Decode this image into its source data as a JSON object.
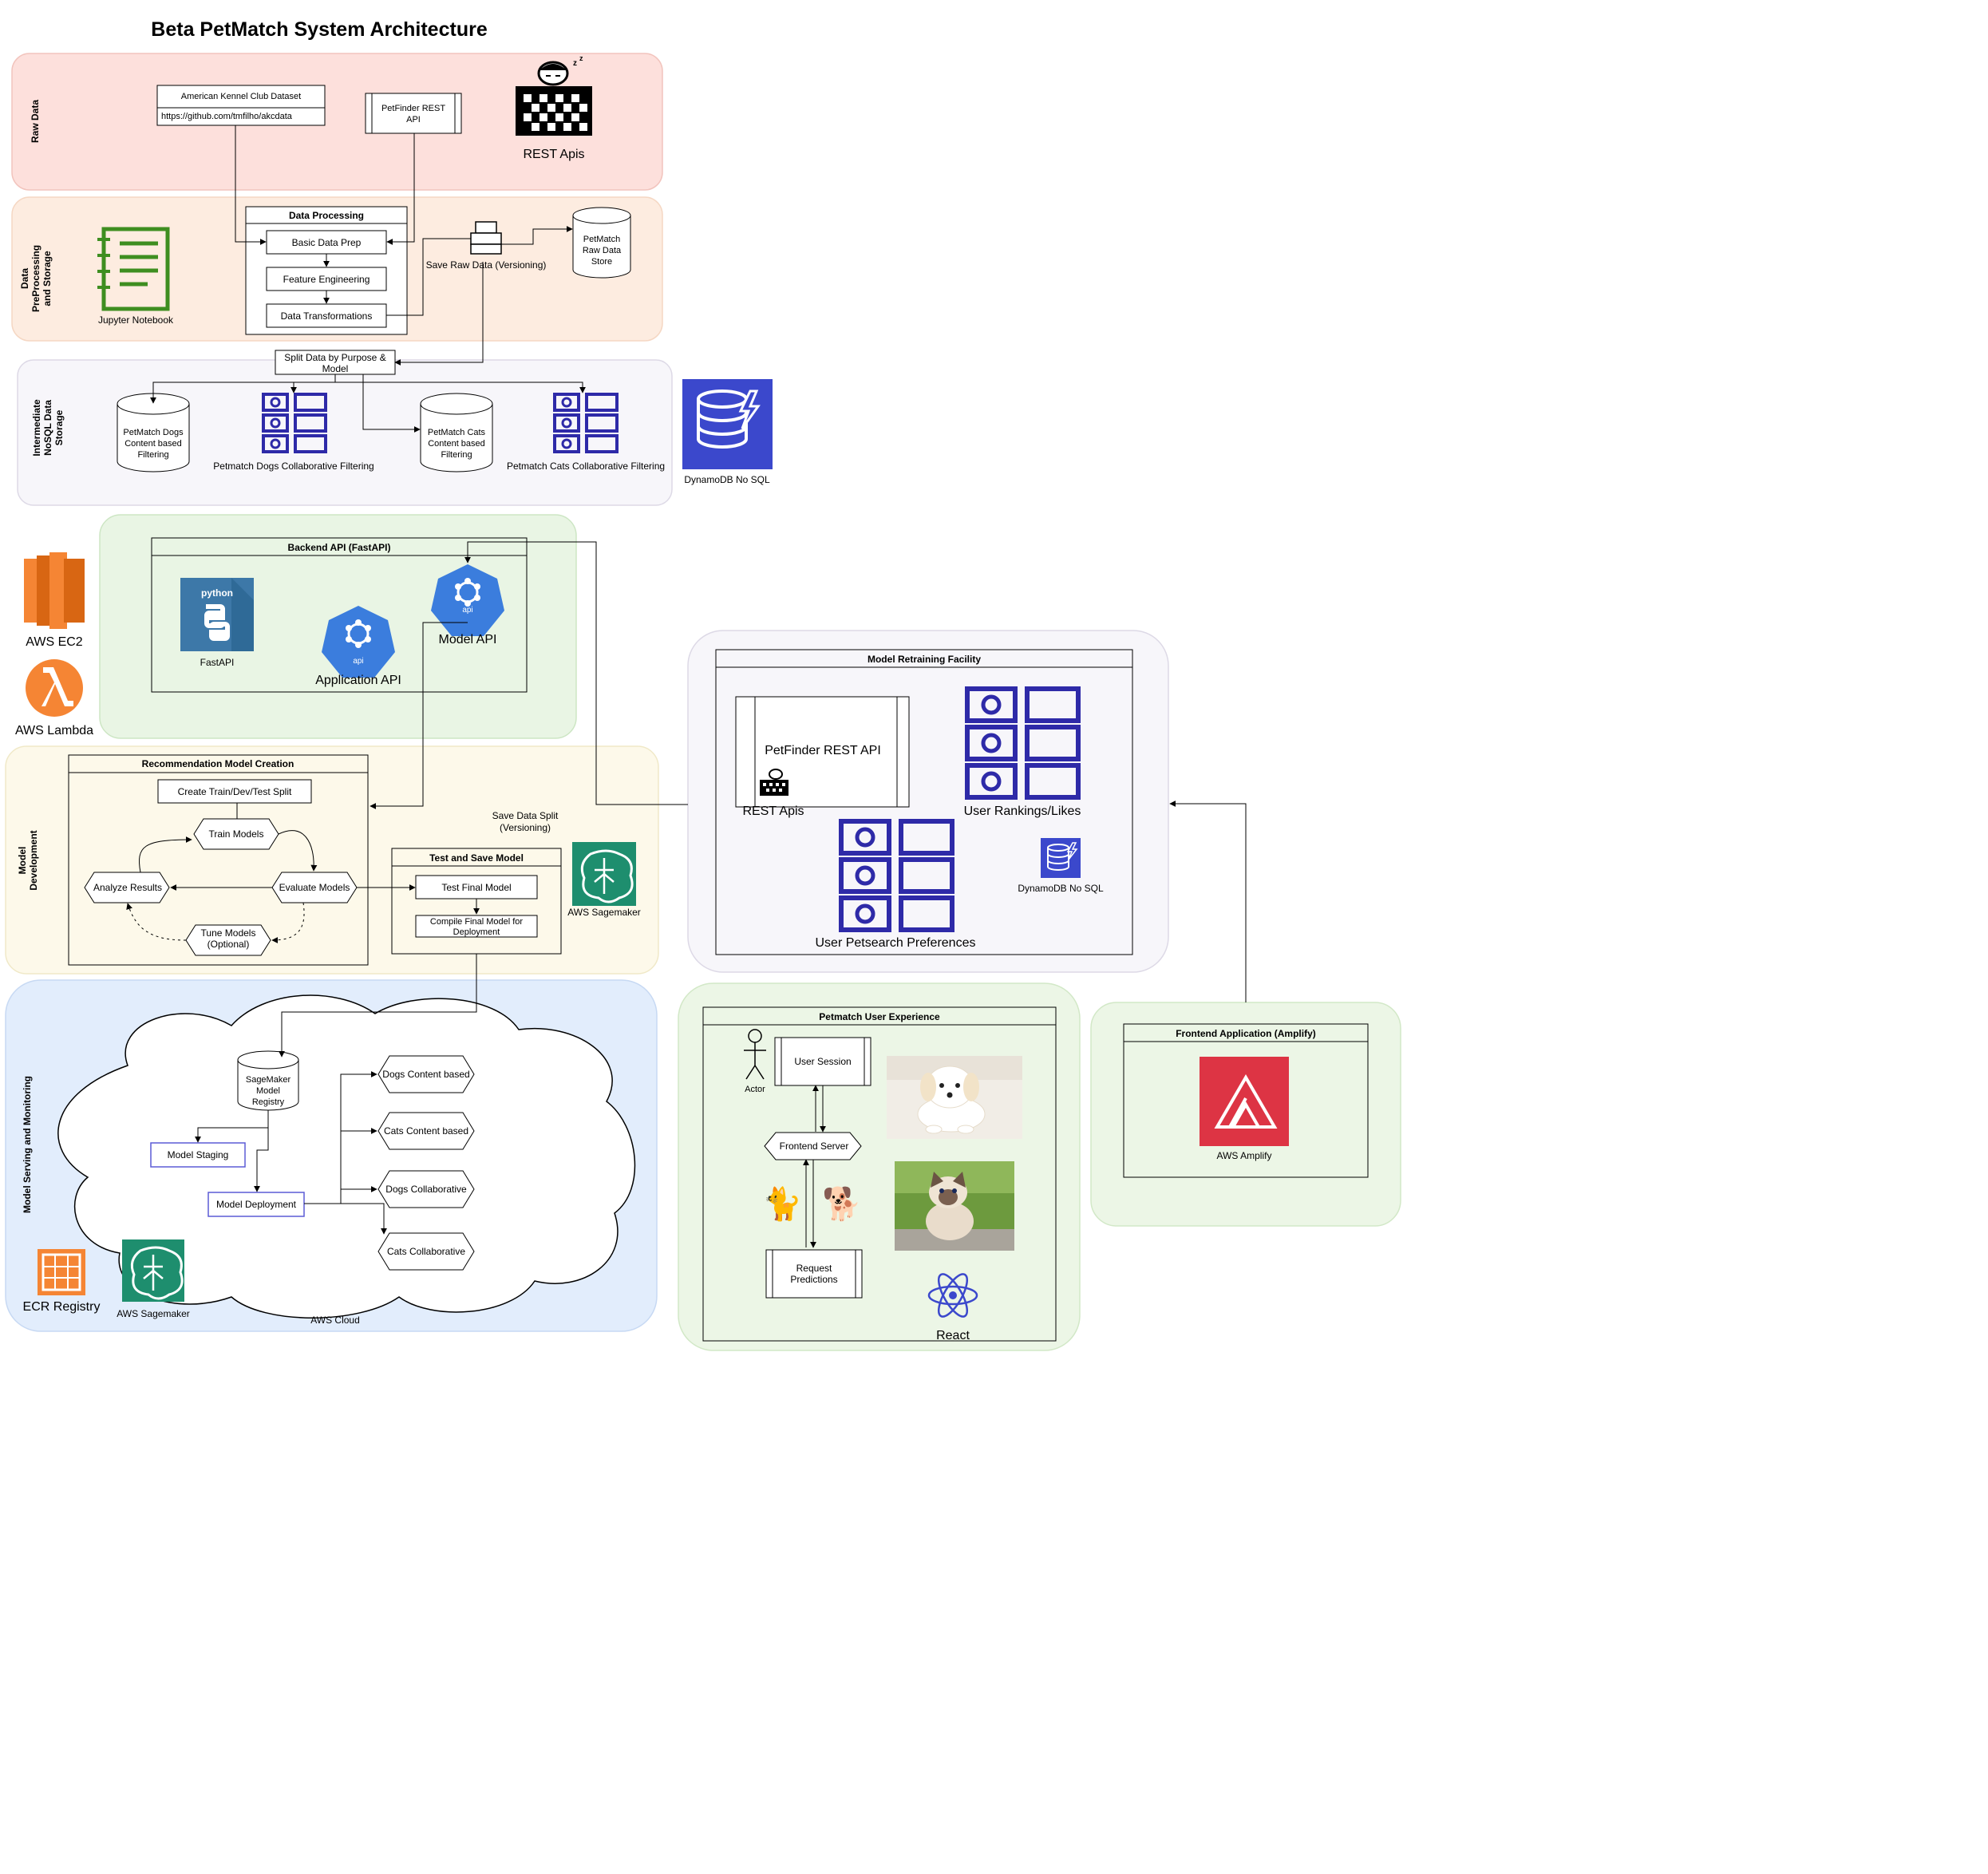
{
  "title": "Beta PetMatch System Architecture",
  "colors": {
    "raw_data_bg": "#fde0dc",
    "preprocessing_bg": "#fdece0",
    "storage_bg": "#f7f6fa",
    "backend_bg": "#e9f5e4",
    "model_dev_bg": "#fdf9ea",
    "serving_bg": "#e2edfc",
    "retraining_bg": "#f7f6fa",
    "ux_bg": "#ecf6e6",
    "frontend_bg": "#ecf6e6",
    "aws_orange": "#f58534",
    "dynamodb_blue": "#3b48cc",
    "sagemaker_green": "#1e8e6e",
    "amplify_red": "#dd3444",
    "api_blue": "#3b7ddd",
    "python_blue": "#3d78a8",
    "jupyter_green": "#3e8e20",
    "table_icon_navy": "#2e2aa8"
  },
  "raw_data": {
    "lane_label": "Raw Data",
    "akc_title": "American Kennel Club Dataset",
    "akc_url": "https://github.com/tmfilho/akcdata",
    "petfinder_api": [
      "PetFinder REST",
      "API"
    ],
    "rest_apis_label": "REST Apis"
  },
  "preprocessing": {
    "lane_label": [
      "Data",
      "PreProcessing",
      "and Storage"
    ],
    "jupyter_label": "Jupyter Notebook",
    "data_processing_title": "Data Processing",
    "steps": [
      "Basic Data Prep",
      "Feature Engineering",
      "Data Transformations"
    ],
    "save_raw_label": "Save Raw Data (Versioning)",
    "raw_store": [
      "PetMatch",
      "Raw Data",
      "Store"
    ]
  },
  "storage": {
    "lane_label": [
      "Intermediate",
      "NoSQL Data",
      "Storage"
    ],
    "split_label": [
      "Split Data by Purpose &",
      "Model"
    ],
    "dogs_content": [
      "PetMatch Dogs",
      "Content based",
      "Filtering"
    ],
    "dogs_collab_label": "Petmatch Dogs Collaborative Filtering",
    "cats_content": [
      "PetMatch Cats",
      "Content based",
      "Filtering"
    ],
    "cats_collab_label": "Petmatch Cats Collaborative Filtering",
    "dynamodb_label": "DynamoDB No SQL"
  },
  "backend": {
    "title": "Backend API (FastAPI)",
    "python_word": "python",
    "fastapi_label": "FastAPI",
    "api_word": "api",
    "application_api_label": "Application API",
    "model_api_label": "Model API",
    "ec2_label": "AWS EC2",
    "lambda_label": "AWS Lambda"
  },
  "model_dev": {
    "lane_label": [
      "Model",
      "Development"
    ],
    "creation_title": "Recommendation Model Creation",
    "split_step": "Create Train/Dev/Test Split",
    "train": "Train Models",
    "analyze": "Analyze Results",
    "evaluate": "Evaluate Models",
    "tune": [
      "Tune Models",
      "(Optional)"
    ],
    "save_split_label": [
      "Save Data Split",
      "(Versioning)"
    ],
    "test_save_title": "Test and Save Model",
    "test_final": "Test Final Model",
    "compile": [
      "Compile Final Model for",
      "Deployment"
    ],
    "sagemaker_label": "AWS Sagemaker"
  },
  "serving": {
    "lane_label": "Model Serving and Monitoring",
    "registry": [
      "SageMaker",
      "Model",
      "Registry"
    ],
    "staging": "Model Staging",
    "deployment": "Model Deployment",
    "endpoints": [
      "Dogs Content based",
      "Cats Content based",
      "Dogs Collaborative",
      "Cats Collaborative"
    ],
    "cloud_label": "AWS Cloud",
    "ecr_label": "ECR Registry",
    "sagemaker_label": "AWS Sagemaker"
  },
  "retraining": {
    "title": "Model Retraining Facility",
    "petfinder_label": "PetFinder REST API",
    "rest_apis_label": "REST Apis",
    "rankings_label": "User Rankings/Likes",
    "prefs_label": "User Petsearch Preferences",
    "dynamodb_label": "DynamoDB No SQL"
  },
  "ux": {
    "title": "Petmatch User Experience",
    "actor_label": "Actor",
    "user_session": "User Session",
    "frontend_server": "Frontend Server",
    "request_predictions": [
      "Request",
      "Predictions"
    ],
    "cat_emoji": "🐈",
    "dog_emoji": "🐕",
    "react_label": "React"
  },
  "frontend": {
    "title": "Frontend Application (Amplify)",
    "amplify_label": "AWS Amplify"
  }
}
